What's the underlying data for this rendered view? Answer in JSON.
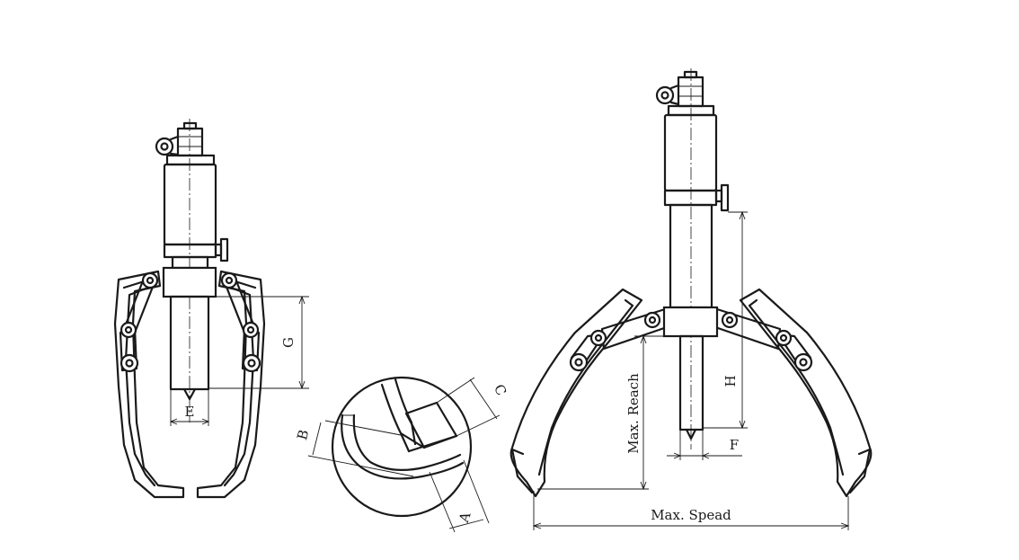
{
  "labels": {
    "G": "G",
    "E": "E",
    "B": "B",
    "C": "C",
    "A": "A",
    "H": "H",
    "F": "F",
    "max_reach": "Max. Reach",
    "max_spread": "Max. Spead"
  }
}
